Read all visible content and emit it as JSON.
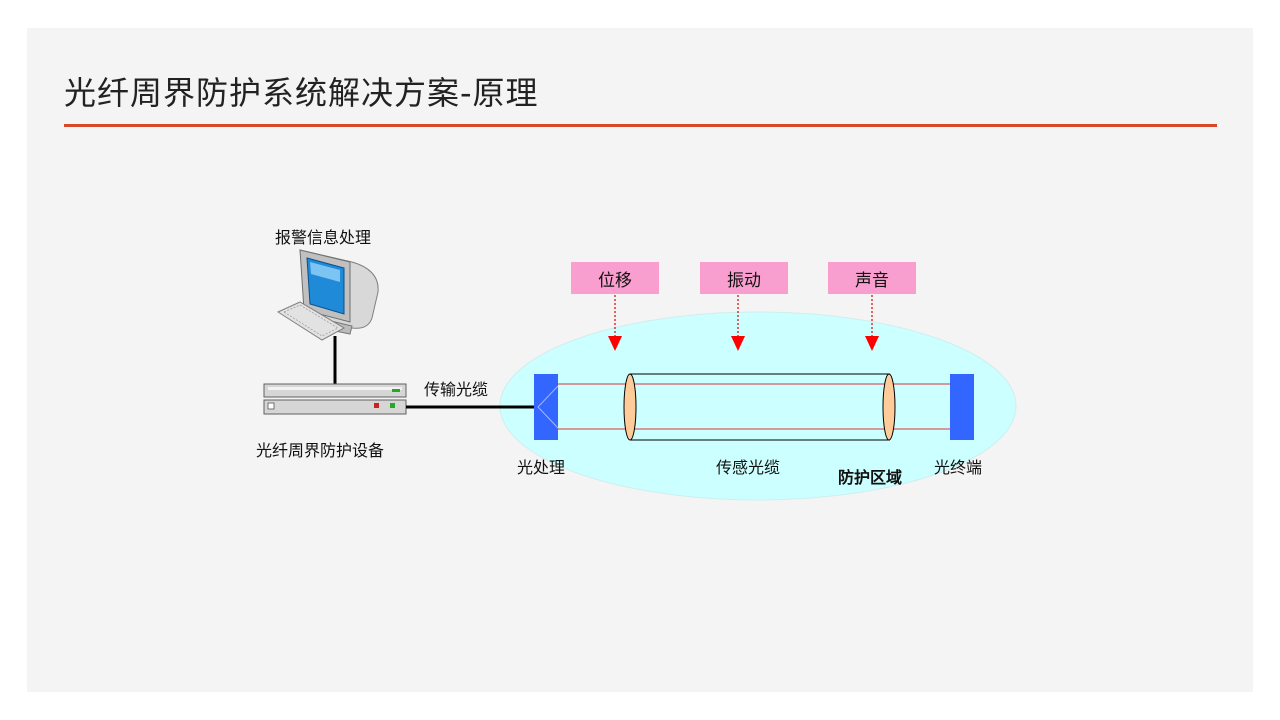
{
  "slide": {
    "title": "光纤周界防护系统解决方案-原理"
  },
  "diagram": {
    "alarm_label": "报警信息处理",
    "device_label": "光纤周界防护设备",
    "transmission_label": "传输光缆",
    "tags": [
      "位移",
      "振动",
      "声音"
    ],
    "light_processing_label": "光处理",
    "sensing_cable_label": "传感光缆",
    "zone_label": "防护区域",
    "terminal_label": "光终端"
  },
  "colors": {
    "accent_rule": "#d9472b",
    "zone_fill": "#ccffff",
    "endpoint_blue": "#3366ff",
    "tag_pink": "#f99fcf",
    "arrow_red": "#ff0000",
    "lens_orange": "#ffcc99"
  }
}
